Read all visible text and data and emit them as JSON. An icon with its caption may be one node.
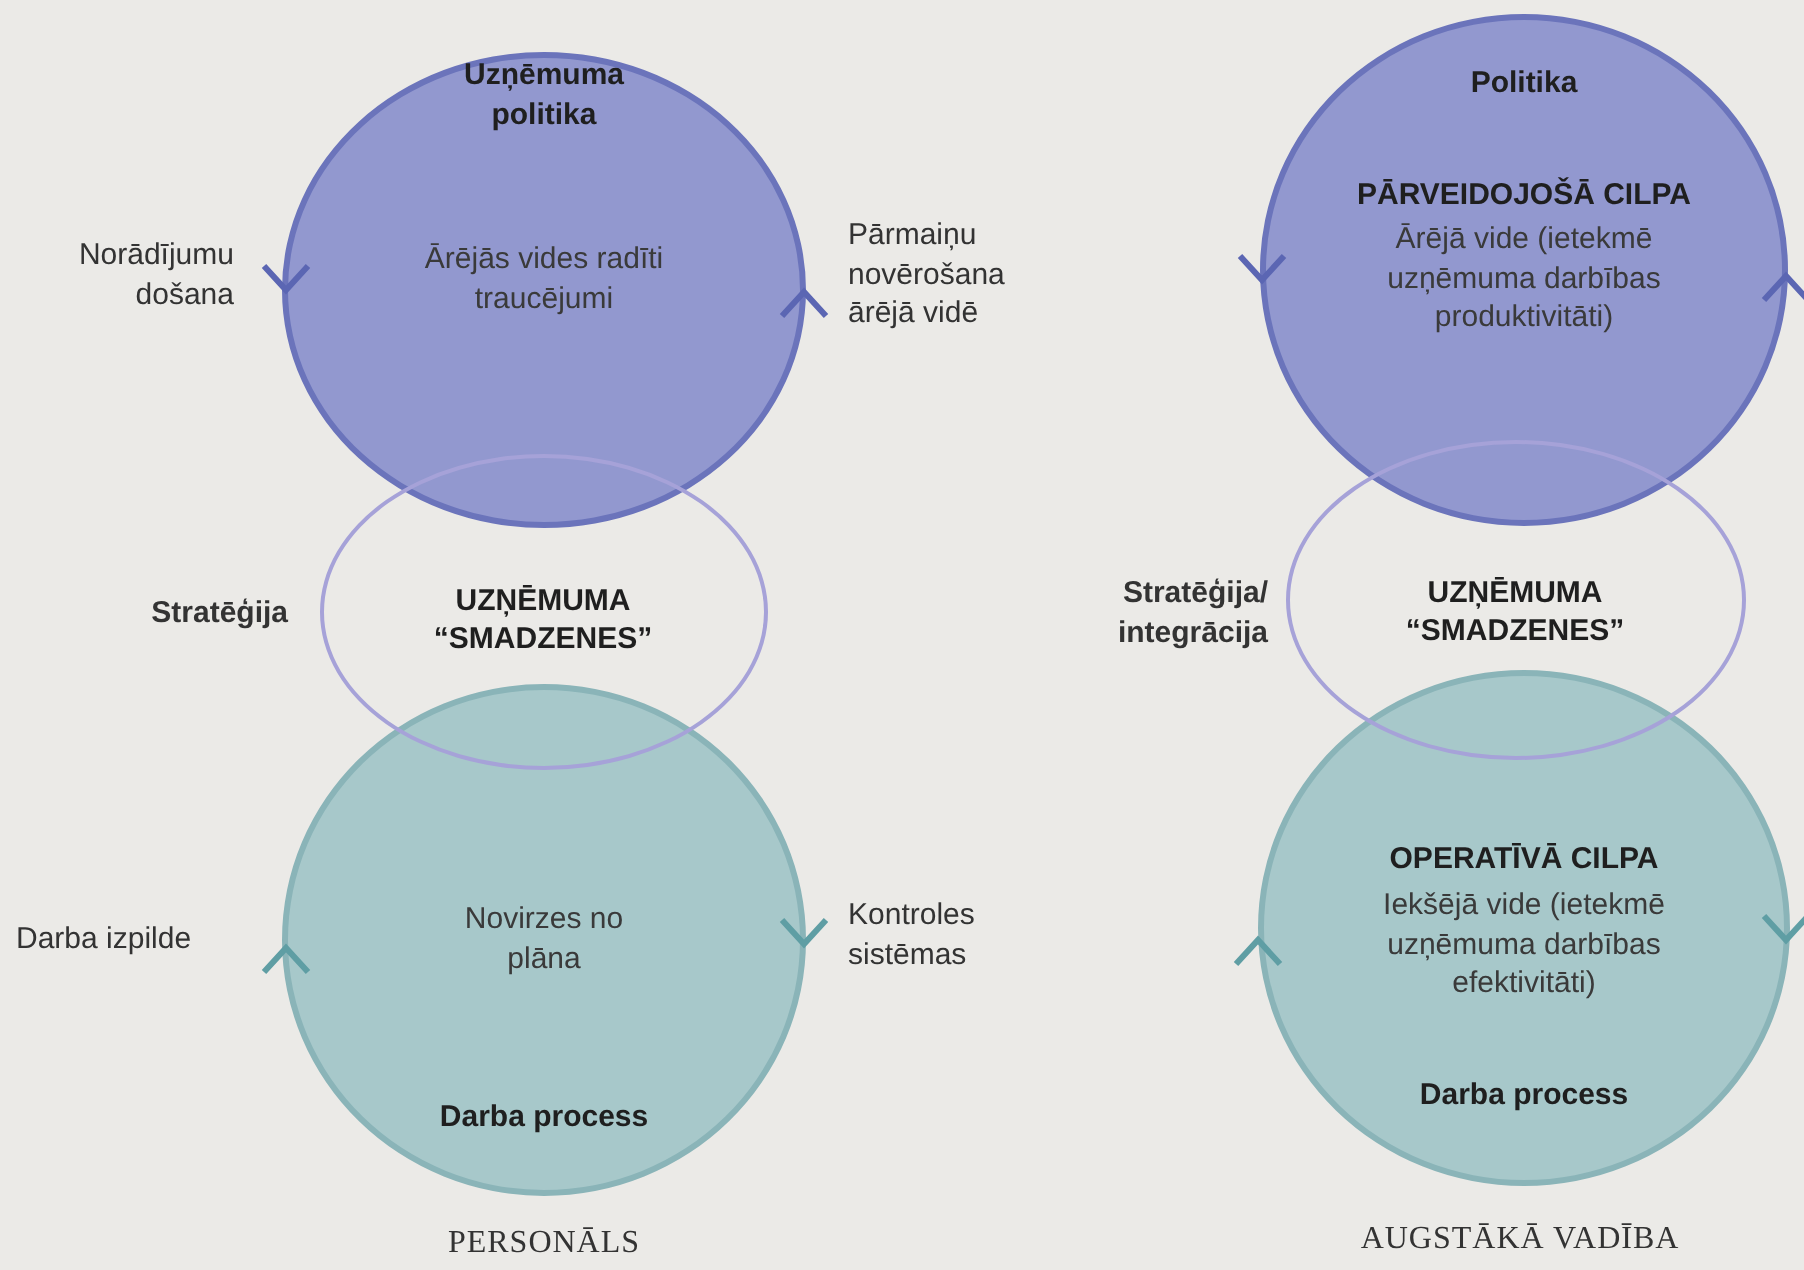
{
  "diagram": {
    "nodes": [
      {
        "text": [
          "Uzņēmuma politika",
          "Ārējās vides radīti traucējumi"
        ]
      },
      {
        "text": [
          "UZŅĒMUMA “SMADZENES”"
        ]
      },
      {
        "text": [
          "Novirzes no plāna",
          "Darba process"
        ]
      },
      {
        "text": [
          "Politika",
          "PĀRVEIDOJOŠĀ CILPA",
          "Ārējā vide (ietekmē uzņēmuma darbības produktivitāti)"
        ]
      },
      {
        "text": [
          "UZŅĒMUMA “SMADZENES”"
        ]
      },
      {
        "text": [
          "OPERATĪVĀ CILPA",
          "Iekšējā vide (ietekmē uzņēmuma darbības efektivitāti)",
          "Darba process"
        ]
      }
    ],
    "labels": [
      "Norādījumu došana",
      "Pārmaiņu novērošana ārējā vidē",
      "Stratēģija",
      "Darba izpilde",
      "Kontroles sistēmas",
      "PERSONĀLS",
      "Stratēģija/ integrācija",
      "AUGSTĀKĀ VADĪBA"
    ]
  }
}
